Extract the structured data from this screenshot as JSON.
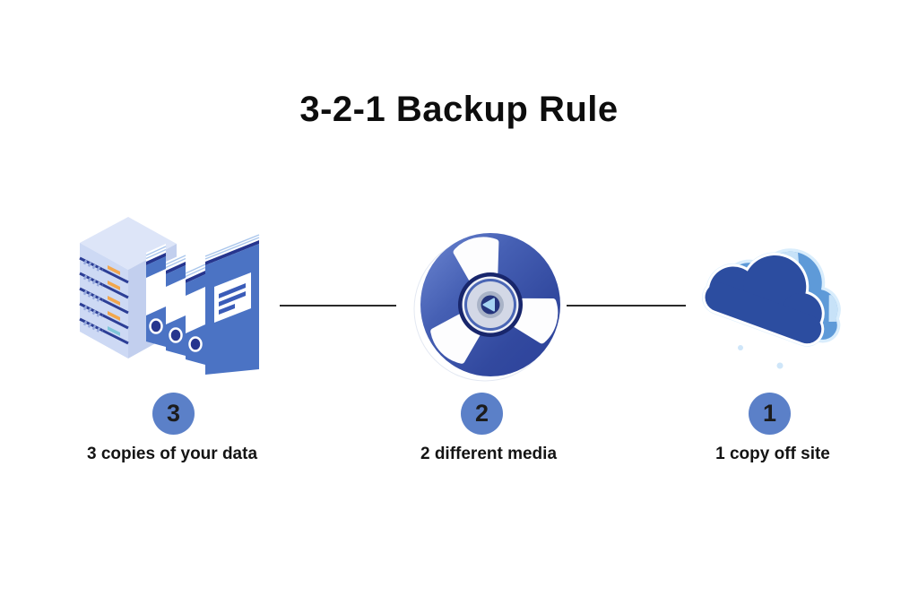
{
  "title": "3-2-1 Backup Rule",
  "steps": [
    {
      "number": "3",
      "label": "3 copies of your data",
      "icon": "server-and-binders-icon"
    },
    {
      "number": "2",
      "label": "2 different media",
      "icon": "tape-reel-icon"
    },
    {
      "number": "1",
      "label": "1 copy off site",
      "icon": "cloud-icon"
    }
  ],
  "colors": {
    "badge_blue": "#5b80c8",
    "binder_blue": "#4b73c4",
    "dark_navy": "#26358e",
    "server_light": "#dde5f8",
    "server_face": "#cdd9f4",
    "indicator_orange": "#f2a74e",
    "reel_blue": "#3a55a9",
    "cloud_face_blue": "#2c4da0",
    "cloud_rim_blue": "#5e9ad8",
    "cloud_stripe_blue": "#c7e2f8",
    "light_halo_blue": "#d9edfc",
    "connector_dark": "#2b2b2b",
    "text_dark": "#141414",
    "background": "#ffffff"
  }
}
